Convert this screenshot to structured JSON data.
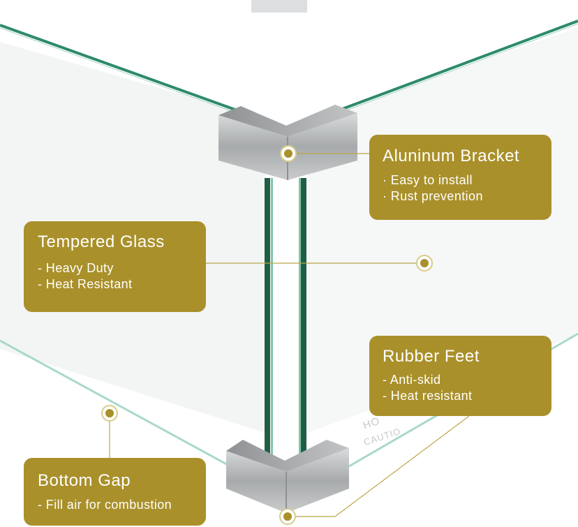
{
  "colors": {
    "gold": "#a9902a",
    "glass_edge": "#1f7a5a",
    "steel": "#b9bcbe"
  },
  "callouts": {
    "bracket": {
      "title": "Aluninum Bracket",
      "bullets": [
        "· Easy to install",
        "· Rust prevention"
      ]
    },
    "glass": {
      "title": "Tempered Glass",
      "bullets": [
        "- Heavy Duty",
        "- Heat Resistant"
      ]
    },
    "feet": {
      "title": "Rubber Feet",
      "bullets": [
        "- Anti-skid",
        "- Heat resistant"
      ]
    },
    "gap": {
      "title": "Bottom Gap",
      "bullets": [
        "- Fill air for combustion"
      ]
    }
  },
  "background_text": {
    "line1": "HO",
    "line2": "CAUTIO"
  }
}
